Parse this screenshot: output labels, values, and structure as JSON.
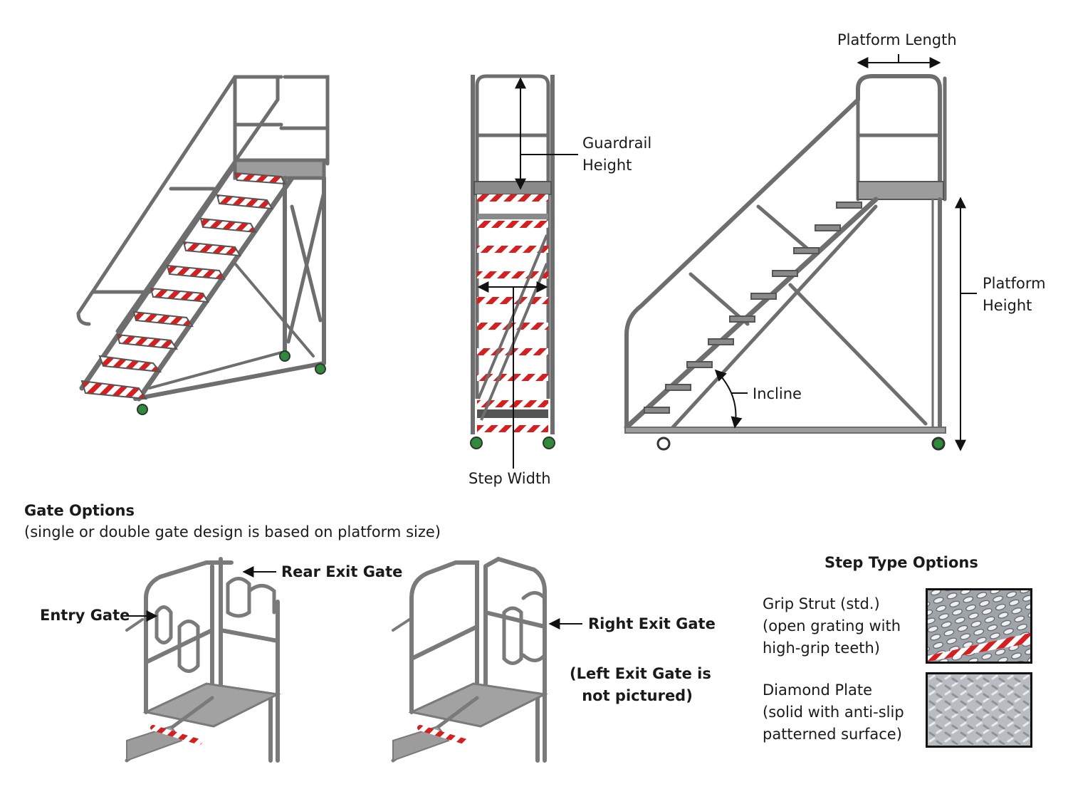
{
  "dimensions": {
    "platform_length": "Platform Length",
    "guardrail_height_line1": "Guardrail",
    "guardrail_height_line2": "Height",
    "platform_height_line1": "Platform",
    "platform_height_line2": "Height",
    "incline": "Incline",
    "step_width": "Step Width"
  },
  "gate_options": {
    "title": "Gate Options",
    "subtitle": "(single or double gate design is based on platform size)",
    "rear_exit": "Rear Exit Gate",
    "entry": "Entry Gate",
    "right_exit": "Right Exit Gate",
    "left_note_line1": "(Left Exit Gate is",
    "left_note_line2": "not pictured)"
  },
  "step_types": {
    "title": "Step Type Options",
    "items": [
      {
        "line1": "Grip Strut (std.)",
        "line2": "(open grating with",
        "line3": "high-grip teeth)"
      },
      {
        "line1": "Diamond Plate",
        "line2": "(solid with anti-slip",
        "line3": "patterned surface)"
      }
    ]
  },
  "colors": {
    "metal": "#7d7d7d",
    "metal_dark": "#4a4a4a",
    "stripe_red": "#d42020",
    "wheel_green": "#2e8b3a"
  }
}
